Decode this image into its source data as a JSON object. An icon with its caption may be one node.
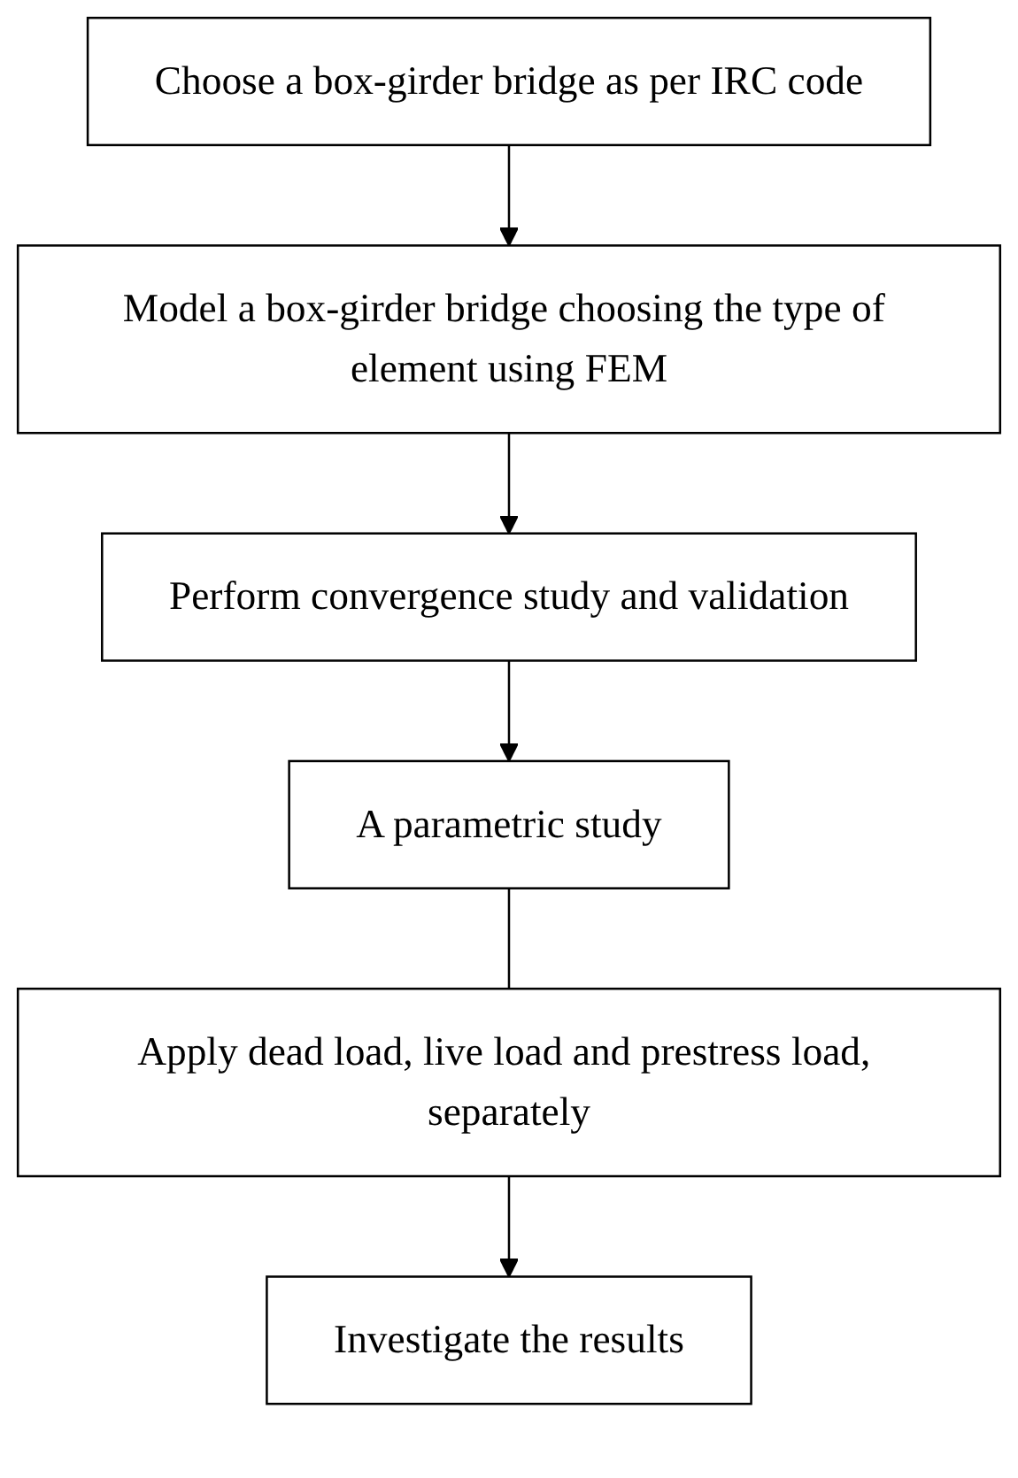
{
  "diagram": {
    "nodes": [
      {
        "text": [
          "Choose a box-girder bridge as per IRC code"
        ]
      },
      {
        "text": [
          "Model a box-girder bridge choosing the type of element using FEM"
        ]
      },
      {
        "text": [
          "Perform convergence study and validation"
        ]
      },
      {
        "text": [
          "A parametric study"
        ]
      },
      {
        "text": [
          "Apply dead load, live load and prestress load, separately"
        ]
      },
      {
        "text": [
          "Investigate the results"
        ]
      }
    ],
    "edges": [
      {
        "from": 0,
        "to": 1,
        "arrow": "to"
      },
      {
        "from": 1,
        "to": 2,
        "arrow": "to"
      },
      {
        "from": 2,
        "to": 3,
        "arrow": "to"
      },
      {
        "from": 3,
        "to": 4,
        "arrow": "none"
      },
      {
        "from": 4,
        "to": 5,
        "arrow": "to"
      }
    ]
  }
}
